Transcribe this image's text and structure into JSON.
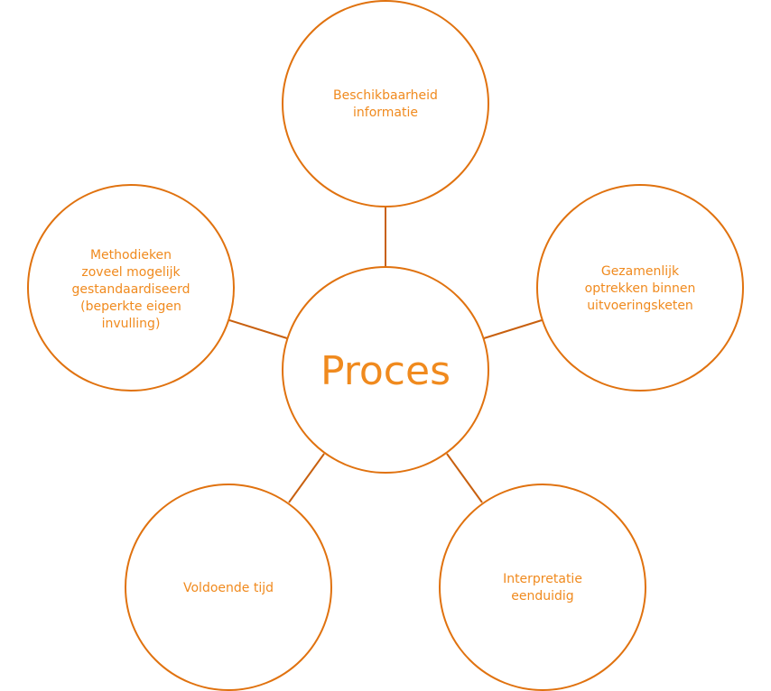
{
  "center": {
    "label": "Proces"
  },
  "nodes": [
    {
      "id": "top",
      "lines": [
        "Beschikbaarheid",
        "informatie"
      ]
    },
    {
      "id": "right",
      "lines": [
        "Gezamenlijk",
        "optrekken binnen",
        "uitvoeringsketen"
      ]
    },
    {
      "id": "bottom-right",
      "lines": [
        "Interpretatie",
        "eenduidig"
      ]
    },
    {
      "id": "bottom-left",
      "lines": [
        "Voldoende tijd"
      ]
    },
    {
      "id": "left",
      "lines": [
        "Methodieken",
        "zoveel mogelijk",
        "gestandaardiseerd",
        "(beperkte eigen",
        "invulling)"
      ]
    }
  ],
  "colors": {
    "stroke": "#E0720F",
    "text": "#F08A1E"
  }
}
